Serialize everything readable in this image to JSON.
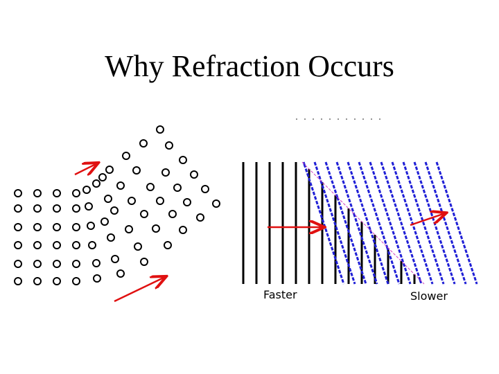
{
  "slide": {
    "title": "Why Refraction Occurs"
  },
  "diagram": {
    "label_faster": "Faster",
    "label_slower": "Slower",
    "colors": {
      "wave_black": "#000000",
      "wave_blue": "#1f1fd6",
      "arrow": "#e01010",
      "boundary": "#d040c0"
    }
  },
  "icons": [
    "arrow-right-icon"
  ]
}
